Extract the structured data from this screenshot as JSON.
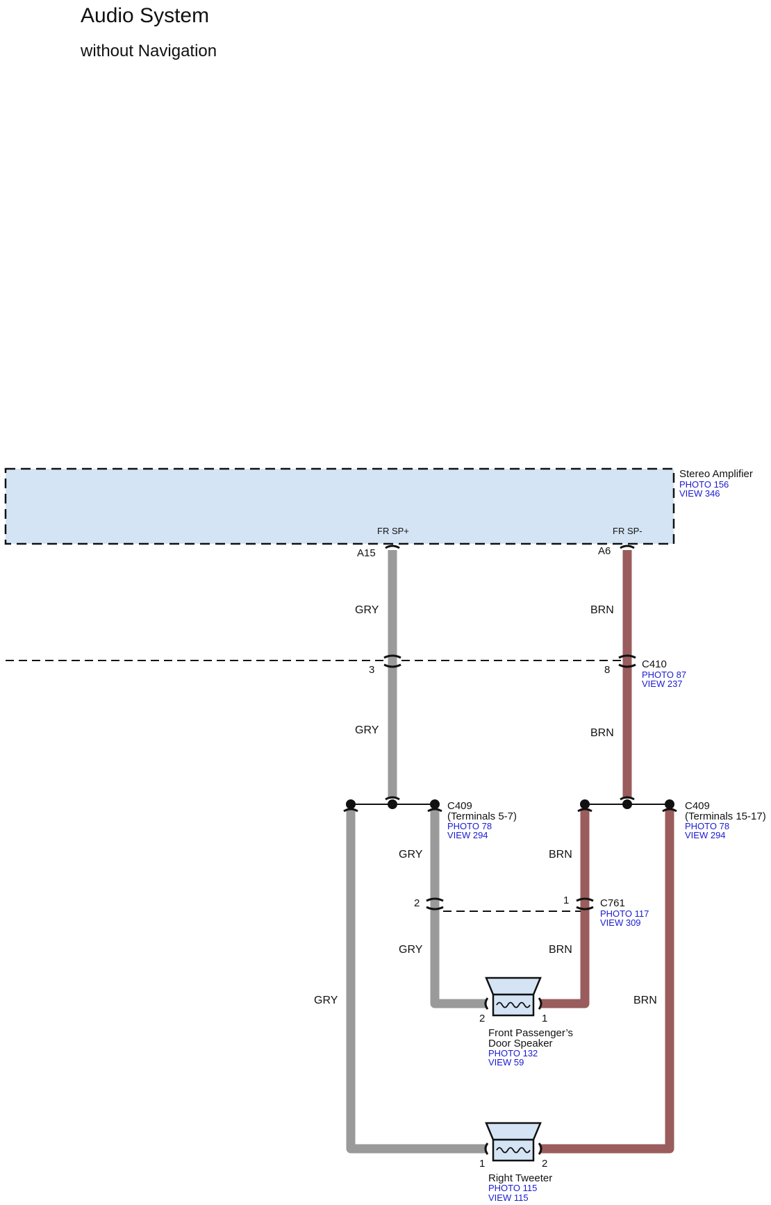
{
  "title": "Audio System",
  "subtitle": "without Navigation",
  "colors": {
    "gry": "#9a9a9a",
    "brn": "#9a5c5c",
    "module_fill": "#d4e4f5",
    "ref_blue": "#1a1ad0"
  },
  "amplifier": {
    "name": "Stereo Amplifier",
    "photo": "PHOTO 156",
    "view": "VIEW 346",
    "pin_left_label": "FR SP+",
    "pin_right_label": "FR SP-",
    "pin_left": "A15",
    "pin_right": "A6"
  },
  "c410": {
    "name": "C410",
    "photo": "PHOTO 87",
    "view": "VIEW 237",
    "pin_left": "3",
    "pin_right": "8"
  },
  "c409_left": {
    "name": "C409",
    "terminals": "(Terminals 5-7)",
    "photo": "PHOTO 78",
    "view": "VIEW 294"
  },
  "c409_right": {
    "name": "C409",
    "terminals": "(Terminals 15-17)",
    "photo": "PHOTO 78",
    "view": "VIEW 294"
  },
  "c761": {
    "name": "C761",
    "photo": "PHOTO 117",
    "view": "VIEW 309",
    "pin_left": "2",
    "pin_right": "1"
  },
  "speaker": {
    "name_line1": "Front Passenger’s",
    "name_line2": "Door Speaker",
    "photo": "PHOTO 132",
    "view": "VIEW 59",
    "pin_left": "2",
    "pin_right": "1"
  },
  "tweeter": {
    "name": "Right Tweeter",
    "photo": "PHOTO 115",
    "view": "VIEW 115",
    "pin_left": "1",
    "pin_right": "2"
  },
  "wire_labels": {
    "gry": "GRY",
    "brn": "BRN"
  }
}
